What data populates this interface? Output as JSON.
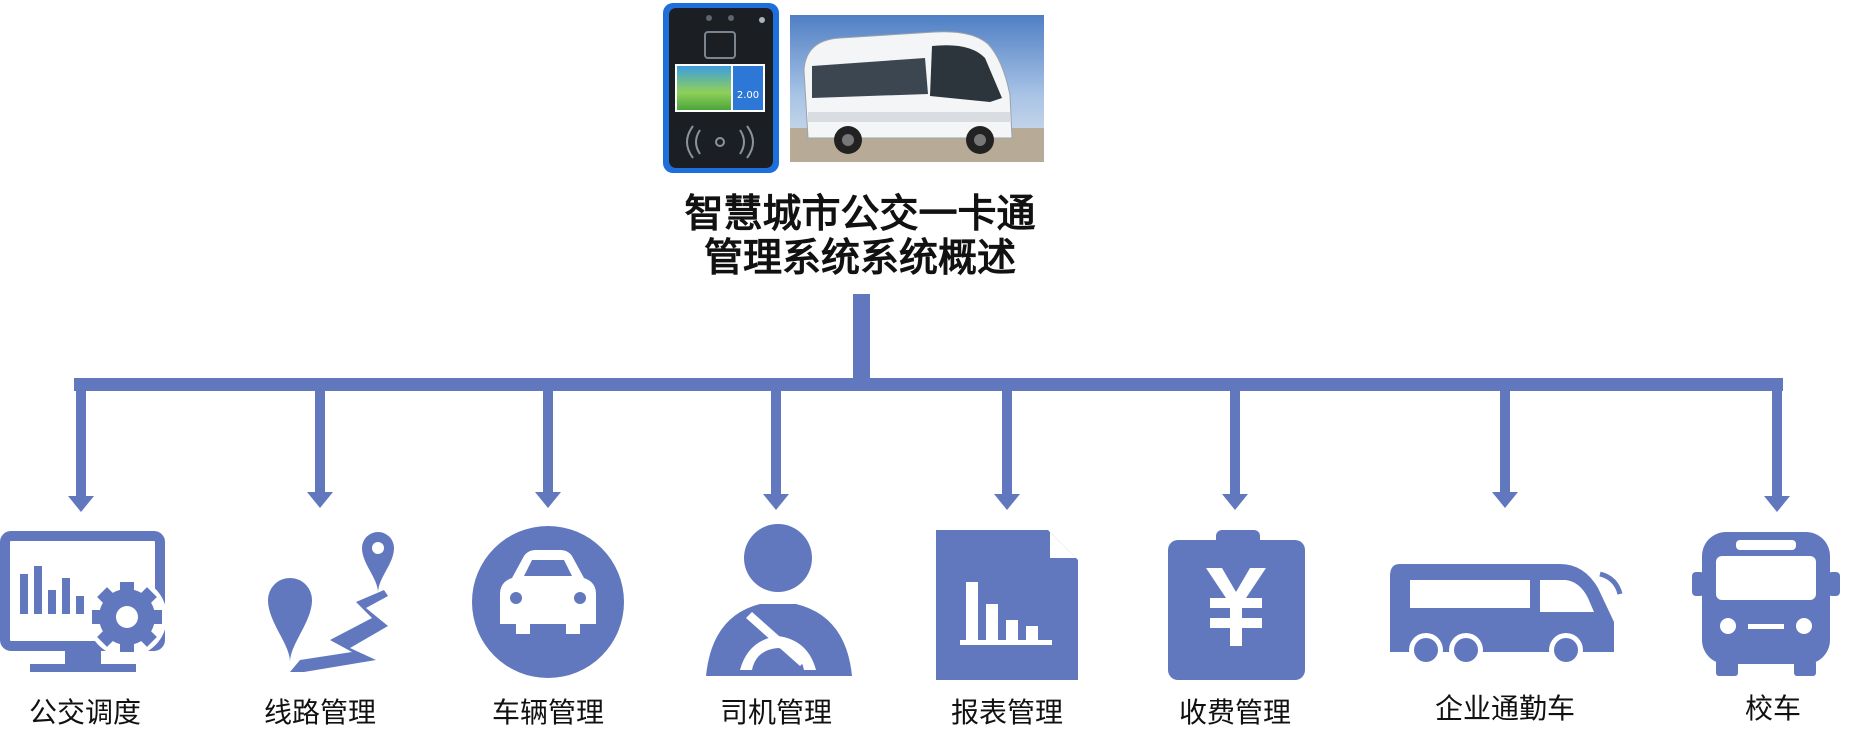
{
  "title": {
    "line1": "智慧城市公交一卡通",
    "line2": "管理系统系统概述"
  },
  "header_images": [
    {
      "name": "card-reader-device",
      "screen_text": "2.00"
    },
    {
      "name": "bus-photo"
    }
  ],
  "colors": {
    "accent": "#6178bf",
    "text": "#111111",
    "device_frame": "#1e6fd9",
    "device_body": "#1b1f24"
  },
  "modules": [
    {
      "label": "公交调度",
      "icon": "monitor-gear-icon"
    },
    {
      "label": "线路管理",
      "icon": "route-map-icon"
    },
    {
      "label": "车辆管理",
      "icon": "car-circle-icon"
    },
    {
      "label": "司机管理",
      "icon": "driver-icon"
    },
    {
      "label": "报表管理",
      "icon": "report-chart-icon"
    },
    {
      "label": "收费管理",
      "icon": "yuan-clipboard-icon"
    },
    {
      "label": "企业通勤车",
      "icon": "coach-bus-icon"
    },
    {
      "label": "校车",
      "icon": "school-bus-icon"
    }
  ]
}
